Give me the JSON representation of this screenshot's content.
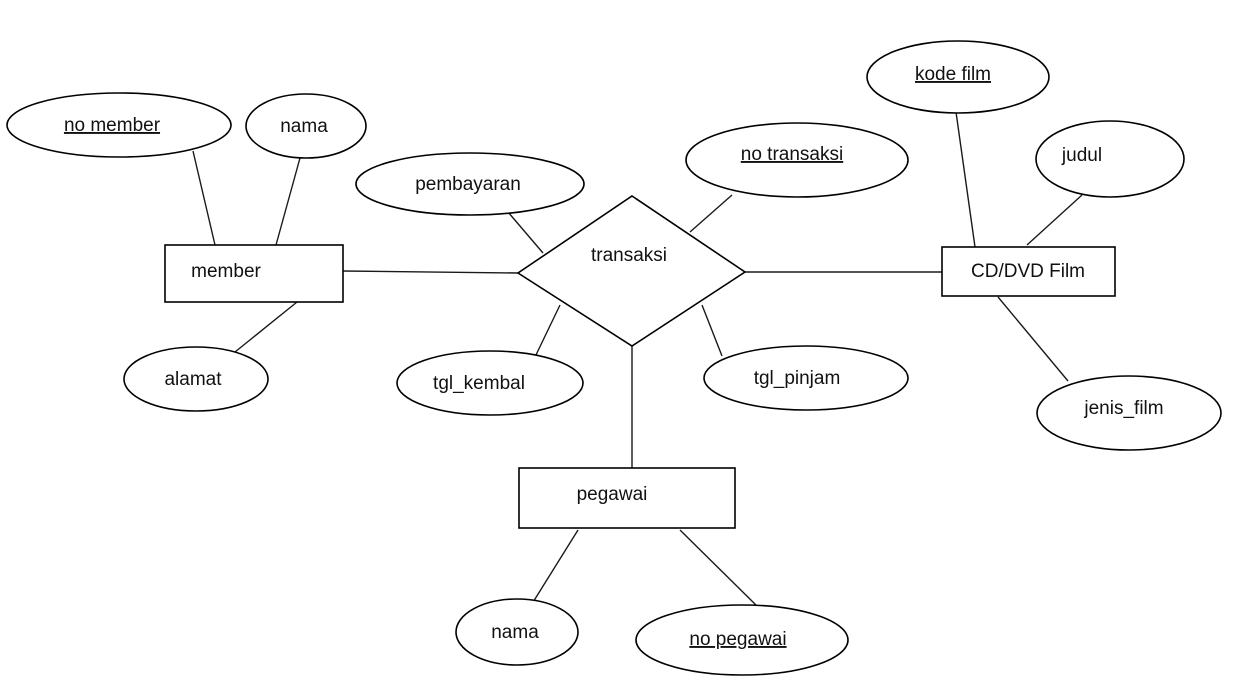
{
  "entities": {
    "member": "member",
    "film": "CD/DVD Film",
    "pegawai": "pegawai"
  },
  "relationship": {
    "transaksi": "transaksi"
  },
  "attributes": {
    "no_member": "no member",
    "nama_member": "nama",
    "alamat": "alamat",
    "pembayaran": "pembayaran",
    "no_transaksi": "no transaksi",
    "tgl_kembal": "tgl_kembal",
    "tgl_pinjam": "tgl_pinjam",
    "kode_film": "kode film",
    "judul": "judul",
    "jenis_film": "jenis_film",
    "nama_pegawai": "nama",
    "no_pegawai": "no pegawai"
  }
}
